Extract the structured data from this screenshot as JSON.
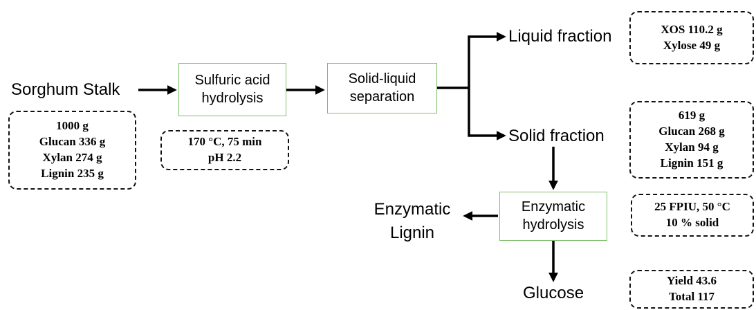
{
  "nodes": {
    "sorghum_stalk": "Sorghum Stalk",
    "acid_hydrolysis": [
      "Sulfuric acid",
      "hydrolysis"
    ],
    "separation": [
      "Solid-liquid",
      "separation"
    ],
    "liquid_fraction": "Liquid fraction",
    "solid_fraction": "Solid fraction",
    "enzymatic_hydrolysis": [
      "Enzymatic",
      "hydrolysis"
    ],
    "enzymatic_lignin": [
      "Enzymatic",
      "Lignin"
    ],
    "glucose": "Glucose"
  },
  "notes": {
    "feedstock": [
      "1000 g",
      "Glucan 336 g",
      "Xylan 274 g",
      "Lignin 235 g"
    ],
    "acid_conditions": [
      "170 °C, 75 min",
      "pH 2.2"
    ],
    "liquid_products": [
      "XOS 110.2 g",
      "Xylose 49 g"
    ],
    "solid_composition": [
      "619 g",
      "Glucan 268 g",
      "Xylan 94 g",
      "Lignin 151 g"
    ],
    "enzyme_conditions": [
      "25 FPIU, 50 °C",
      "10 % solid"
    ],
    "glucose_result": [
      "Yield 43.6",
      "Total 117"
    ]
  },
  "colors": {
    "arrow": "#000000",
    "process_border": "#7fbf6a",
    "note_border": "#111111"
  }
}
